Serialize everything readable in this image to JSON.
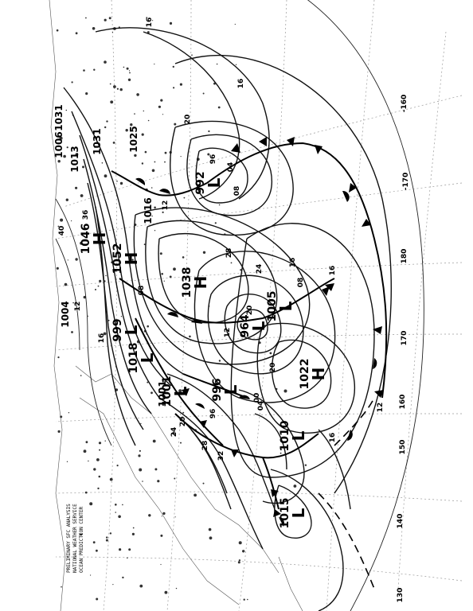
{
  "map": {
    "header_lines": [
      "PRELIMINARY SFC ANALYSIS",
      "NATIONAL WEATHER SERVICE",
      "OCEAN PREDICTION CENTER"
    ],
    "longitude_labels": [
      "-160",
      "-170",
      "180",
      "170",
      "160",
      "150",
      "140",
      "130"
    ],
    "pressure_centers": [
      {
        "type": "L",
        "value": "992"
      },
      {
        "type": "H",
        "value": "1046"
      },
      {
        "type": "H",
        "value": "1052"
      },
      {
        "type": "H",
        "value": "1038"
      },
      {
        "type": "L",
        "value": "964"
      },
      {
        "type": "L",
        "value": "1005"
      },
      {
        "type": "H",
        "value": "1022"
      },
      {
        "type": "L",
        "value": "1015"
      },
      {
        "type": "L",
        "value": "1010"
      },
      {
        "type": "L",
        "value": "996"
      },
      {
        "type": "L",
        "value": "1001"
      },
      {
        "type": "L",
        "value": "999"
      },
      {
        "type": "L",
        "value": "1018"
      }
    ],
    "isobar_labels": [
      "16",
      "20",
      "16",
      "08",
      "04",
      "96",
      "12",
      "28",
      "24",
      "20",
      "16",
      "08",
      "12",
      "20",
      "16",
      "12",
      "16",
      "20",
      "24",
      "28",
      "32",
      "36",
      "40",
      "12",
      "04",
      "00",
      "96",
      "08",
      "16"
    ],
    "left_numbers": [
      "1031",
      "1006",
      "1013",
      "1031",
      "1025",
      "1016",
      "1004",
      "1001"
    ],
    "colors": {
      "ink": "#000000",
      "grid": "#9a9a9a",
      "background": "#ffffff"
    }
  }
}
